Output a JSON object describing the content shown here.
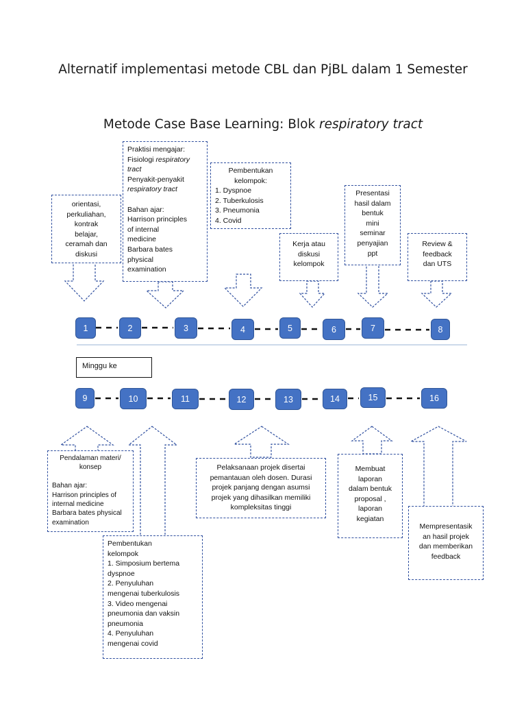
{
  "title": "Alternatif implementasi metode CBL dan PjBL dalam 1 Semester",
  "subtitle_plain": "Metode Case Base Learning: Blok ",
  "subtitle_italic": "respiratory tract",
  "week_label": "Minggu ke",
  "nodes_row1": [
    "1",
    "2",
    "3",
    "4",
    "5",
    "6",
    "7",
    "8"
  ],
  "nodes_row2": [
    "9",
    "10",
    "11",
    "12",
    "13",
    "14",
    "15",
    "16"
  ],
  "boxes": {
    "orientasi": [
      "orientasi,",
      "perkuliahan,",
      "kontrak",
      "belajar,",
      "ceramah dan",
      "diskusi"
    ],
    "praktisi": {
      "l1": "Praktisi mengajar:",
      "l2a": "Fisiologi ",
      "l2b": "respiratory",
      "l3": "tract",
      "l4": "Penyakit-penyakit",
      "l5": "respiratory tract",
      "l6": "Bahan ajar:",
      "l7": "Harrison principles",
      "l8": "of internal",
      "l9": "medicine",
      "l10": "Barbara bates",
      "l11": "physical",
      "l12": "examination"
    },
    "pembentukan1": [
      "Pembentukan",
      "kelompok:",
      "1. Dyspnoe",
      "2. Tuberkulosis",
      "3. Pneumonia",
      "4. Covid"
    ],
    "kerja": [
      "Kerja atau",
      "diskusi",
      "kelompok"
    ],
    "presentasi": [
      "Presentasi",
      "hasil dalam",
      "bentuk",
      "mini",
      "seminar",
      "penyajian",
      "ppt"
    ],
    "review": [
      "Review &",
      "feedback",
      "dan UTS"
    ],
    "pendalaman": [
      "Pendalaman materi/",
      "konsep",
      "",
      "Bahan ajar:",
      "Harrison principles of",
      "internal medicine",
      "Barbara bates physical",
      "examination"
    ],
    "pembentukan2": [
      "Pembentukan",
      "kelompok",
      "1. Simposium bertema",
      "dyspnoe",
      "2. Penyuluhan",
      "mengenai tuberkulosis",
      "3. Video mengenai",
      "pneumonia dan vaksin",
      "pneumonia",
      "4. Penyuluhan",
      "mengenai covid"
    ],
    "pelaksanaan": [
      "Pelaksanaan projek disertai",
      "pemantauan oleh dosen. Durasi",
      "projek panjang dengan asumsi",
      "projek yang dihasilkan memiliki",
      "kompleksitas tinggi"
    ],
    "membuat": [
      "Membuat",
      "laporan",
      "dalam bentuk",
      "proposal ,",
      "laporan",
      "kegiatan"
    ],
    "mempresentasi": [
      "Mempresentasik",
      "an hasil projek",
      "dan memberikan",
      "feedback"
    ]
  },
  "colors": {
    "node": "#4472c4",
    "border": "#2f4f9f"
  }
}
